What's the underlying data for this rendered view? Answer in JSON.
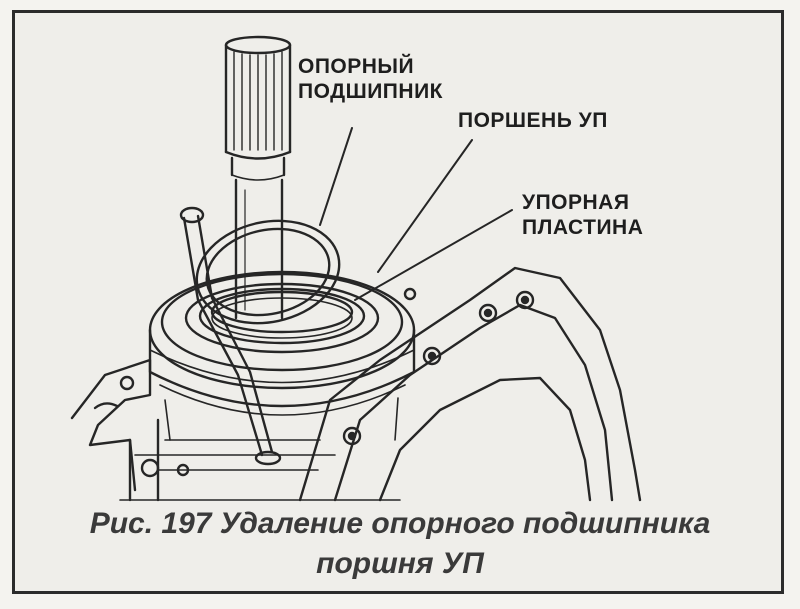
{
  "labels": {
    "bearing_line1": "ОПОРНЫЙ",
    "bearing_line2": "ПОДШИПНИК",
    "piston": "ПОРШЕНЬ УП",
    "plate_line1": "УПОРНАЯ",
    "plate_line2": "ПЛАСТИНА"
  },
  "caption": {
    "line1": "Рис. 197 Удаление опорного подшипника",
    "line2": "поршня УП"
  }
}
